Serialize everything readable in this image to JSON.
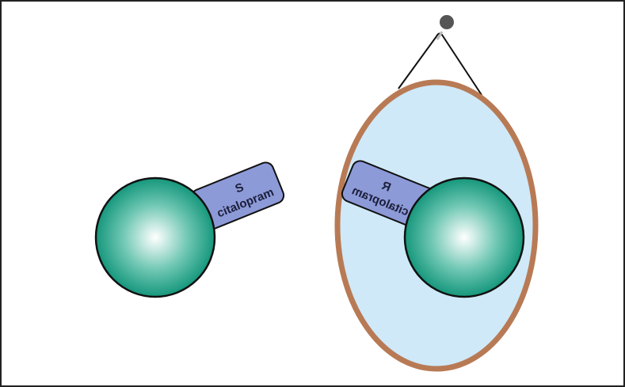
{
  "left_molecule": {
    "line1": "S",
    "line2": "citalopram"
  },
  "mirror_image": {
    "line1": "R",
    "line2": "citalopram"
  },
  "colors": {
    "sphere": "#1b9c82",
    "tab": "#8d9ad8",
    "mirror_fill": "#cfe9f8",
    "mirror_frame": "#b87a55",
    "nail": "#555555"
  }
}
